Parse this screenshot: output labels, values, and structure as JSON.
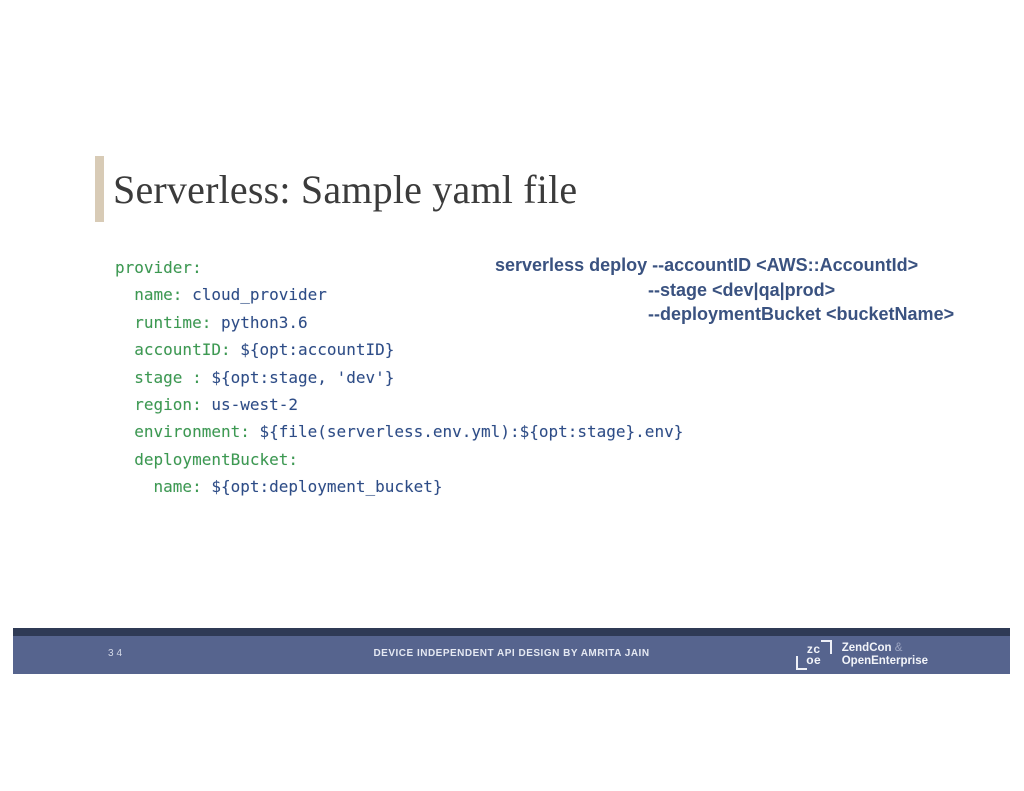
{
  "slide": {
    "title": "Serverless: Sample yaml file",
    "code": {
      "lines": [
        {
          "indent": 0,
          "key": "provider:",
          "value": ""
        },
        {
          "indent": 1,
          "key": "name:",
          "value": "cloud_provider"
        },
        {
          "indent": 1,
          "key": "runtime:",
          "value": "python3.6"
        },
        {
          "indent": 1,
          "key": "accountID:",
          "value": "${opt:accountID}"
        },
        {
          "indent": 1,
          "key": "stage :",
          "value": "${opt:stage, 'dev'}"
        },
        {
          "indent": 1,
          "key": "region:",
          "value": "us-west-2"
        },
        {
          "indent": 1,
          "key": "environment:",
          "value": "${file(serverless.env.yml):${opt:stage}.env}"
        },
        {
          "indent": 1,
          "key": "deploymentBucket:",
          "value": ""
        },
        {
          "indent": 2,
          "key": "name:",
          "value": "${opt:deployment_bucket}"
        }
      ]
    },
    "command": {
      "line1": "serverless deploy --accountID <AWS::AccountId>",
      "line2": "--stage <dev|qa|prod>",
      "line3": "--deploymentBucket <bucketName>"
    },
    "footer": {
      "page_number": "34",
      "caption": "DEVICE INDEPENDENT API DESIGN BY AMRITA JAIN",
      "logo": {
        "mark_top": "zc",
        "mark_bottom": "oe",
        "name_main": "ZendCon",
        "name_amp": "&",
        "name_line2": "OpenEnterprise"
      }
    },
    "colors": {
      "accent_bar": "#d8cbb6",
      "title_text": "#3b3b3b",
      "code_key_green": "#3c9a50",
      "code_value_navy": "#2d4c87",
      "command_navy": "#3a5280",
      "footer_strip": "#2f3a55",
      "footer_bar": "#56648e"
    }
  }
}
